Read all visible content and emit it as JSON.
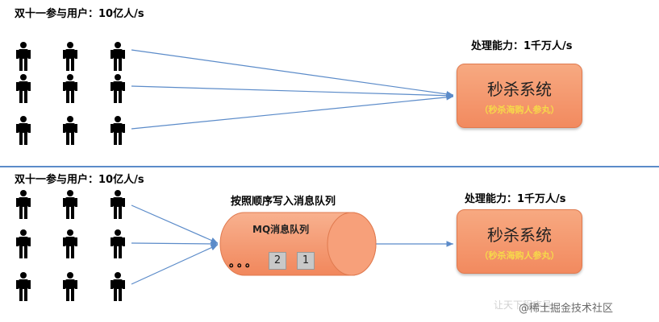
{
  "top": {
    "users_label": "双十一参与用户：10亿人/s",
    "capacity_label": "处理能力：1千万人/s",
    "system": {
      "title": "秒杀系统",
      "subtitle": "（秒杀海购人参丸）"
    }
  },
  "bottom": {
    "users_label": "双十一参与用户：10亿人/s",
    "mq_caption": "按照顺序写入消息队列",
    "capacity_label": "处理能力：1千万人/s",
    "queue": {
      "label": "MQ消息队列",
      "ellipsis": "。。。",
      "cells": [
        "2",
        "1"
      ]
    },
    "system": {
      "title": "秒杀系统",
      "subtitle": "（秒杀海购人参丸）"
    }
  },
  "watermark": {
    "text": "@稀土掘金技术社区",
    "faint_text": "让天下程序员"
  },
  "colors": {
    "box_fill": "#f28a5f",
    "arrow": "#5b8bc9",
    "subtitle": "#f6d94a",
    "divider": "#5b8bc9"
  },
  "icons": [
    "person-icon"
  ]
}
